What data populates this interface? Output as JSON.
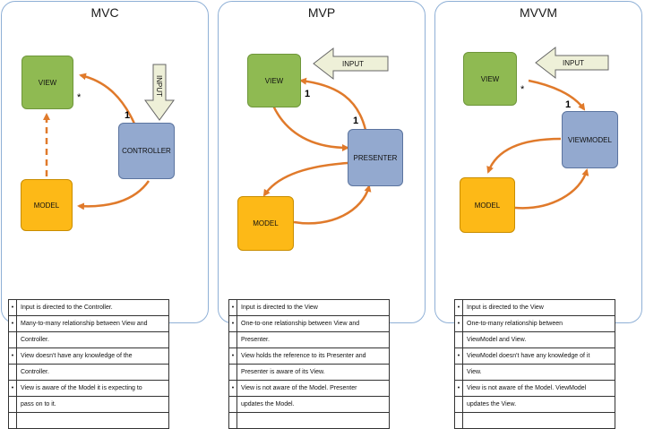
{
  "mvc": {
    "title": "MVC",
    "view": "VIEW",
    "model": "MODEL",
    "controller": "CONTROLLER",
    "input": "INPUT",
    "mult_one": "1",
    "mult_many": "*",
    "notes": [
      "Input is directed to the Controller.",
      "Many-to-many relationship between View and",
      "Controller.",
      "View doesn't have any knowledge of the",
      "Controller.",
      "View is aware of the Model it is expecting to",
      "pass on to it.",
      ""
    ]
  },
  "mvp": {
    "title": "MVP",
    "view": "VIEW",
    "model": "MODEL",
    "presenter": "PRESENTER",
    "input": "INPUT",
    "mult_view": "1",
    "mult_presenter": "1",
    "notes": [
      "Input is directed to the View",
      "One-to-one relationship between View and",
      "Presenter.",
      "View holds the reference to its Presenter and",
      "Presenter is aware of its View.",
      "View is not aware of the Model. Presenter",
      "updates the Model.",
      ""
    ]
  },
  "mvvm": {
    "title": "MVVM",
    "view": "VIEW",
    "model": "MODEL",
    "viewmodel": "VIEWMODEL",
    "input": "INPUT",
    "mult_one": "1",
    "mult_many": "*",
    "notes": [
      "Input is directed to the  View",
      "One-to-many relationship between",
      "ViewModel and View.",
      "ViewModel doesn't have any knowledge of it",
      "View.",
      "View is not aware of the Model. ViewModel",
      "updates the View.",
      ""
    ]
  },
  "colors": {
    "view": "#8fba52",
    "model": "#fdb917",
    "controller": "#93a9cf",
    "arrow": "#e07a2b",
    "input_arrow": "#eef0d8"
  }
}
